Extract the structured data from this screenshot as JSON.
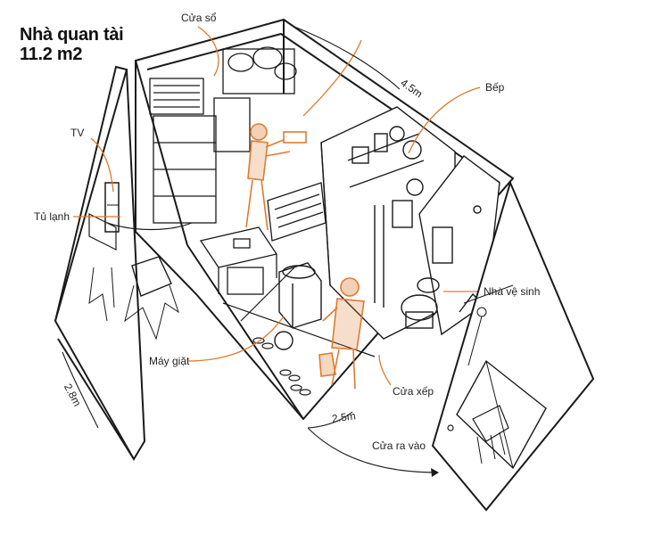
{
  "title": {
    "line1": "Nhà quan tài",
    "line2": "11.2 m2"
  },
  "labels": {
    "window": "Cửa sổ",
    "kitchen": "Bếp",
    "tv": "TV",
    "fridge": "Tủ lạnh",
    "toilet": "Nhà vệ sinh",
    "washing_machine": "Máy giặt",
    "folding_door": "Cửa xếp",
    "entrance_door": "Cửa ra vào"
  },
  "dimensions": {
    "length": "4.5m",
    "width": "2.5m",
    "height": "2.8m"
  },
  "colors": {
    "accent": "#E07A2E",
    "ink": "#1A1A1A"
  }
}
